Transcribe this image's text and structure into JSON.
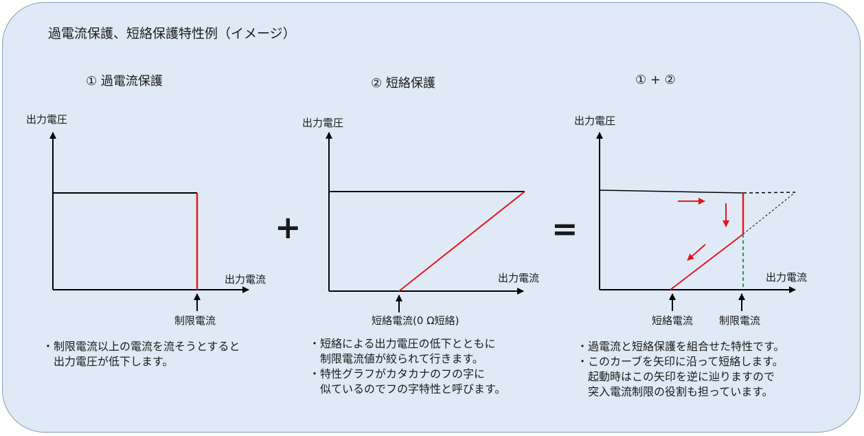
{
  "title": "過電流保護、短絡保護特性例（イメージ）",
  "panels": {
    "p1": {
      "heading": "① 過電流保護",
      "ylabel": "出力電圧",
      "xlabel": "出力電流",
      "marker1": "制限電流",
      "notes": [
        "・制限電流以上の電流を流そうとすると",
        "　出力電圧が低下します。"
      ]
    },
    "p2": {
      "heading": "② 短絡保護",
      "ylabel": "出力電圧",
      "xlabel": "出力電流",
      "marker1": "短絡電流(0 Ω短絡)",
      "notes": [
        "・短絡による出力電圧の低下とともに",
        "　制限電流値が絞られて行きます。",
        "・特性グラフがカタカナのフの字に",
        "　似ているのでフの字特性と呼びます。"
      ]
    },
    "p3": {
      "heading": "① + ②",
      "ylabel": "出力電圧",
      "xlabel": "出力電流",
      "marker1": "短絡電流",
      "marker2": "制限電流",
      "notes": [
        "・過電流と短絡保護を組合せた特性です。",
        "・このカーブを矢印に沿って短絡します。",
        "　起動時はこの矢印を逆に辿りますので",
        "　突入電流制限の役割も担っています。"
      ]
    }
  },
  "operators": {
    "plus": "+",
    "equals": "="
  },
  "colors": {
    "panel_bg": "#dfeaf6",
    "panel_border": "#7f9db9",
    "axis": "#000000",
    "curve_red": "#e8141c",
    "dashed_green": "#1a9e4a"
  }
}
